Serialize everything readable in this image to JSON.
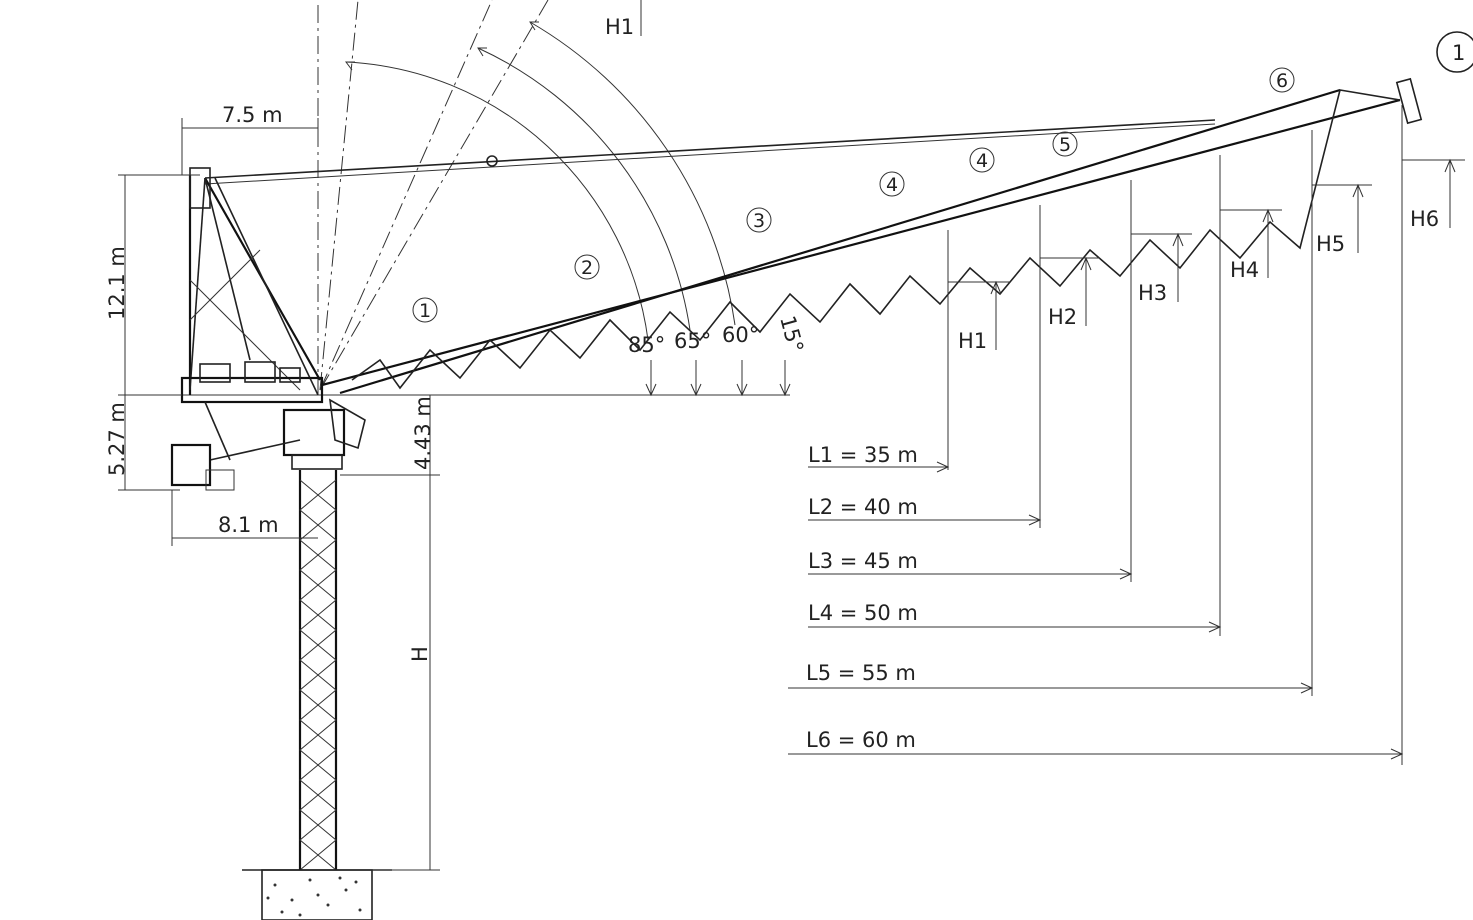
{
  "sheet_number": "1",
  "dimensions": {
    "jib_counter": "7.5 m",
    "a_frame_height": "12.1 m",
    "slew_height": "5.27 m",
    "counterweight_radius": "8.1 m",
    "cab_height": "4.43 m",
    "tower_height": "H"
  },
  "angles": {
    "a85": "85°",
    "a65": "65°",
    "a60": "60°",
    "a15": "15°"
  },
  "jib_sections": [
    "1",
    "2",
    "3",
    "4",
    "4",
    "5",
    "6"
  ],
  "radii": [
    {
      "label": "L1 = 35 m",
      "height": "H1"
    },
    {
      "label": "L2 = 40 m",
      "height": "H2"
    },
    {
      "label": "L3 = 45 m",
      "height": "H3"
    },
    {
      "label": "L4 = 50 m",
      "height": "H4"
    },
    {
      "label": "L5 = 55 m",
      "height": "H5"
    },
    {
      "label": "L6 = 60 m",
      "height": "H6"
    }
  ],
  "top_height_label": "H1"
}
